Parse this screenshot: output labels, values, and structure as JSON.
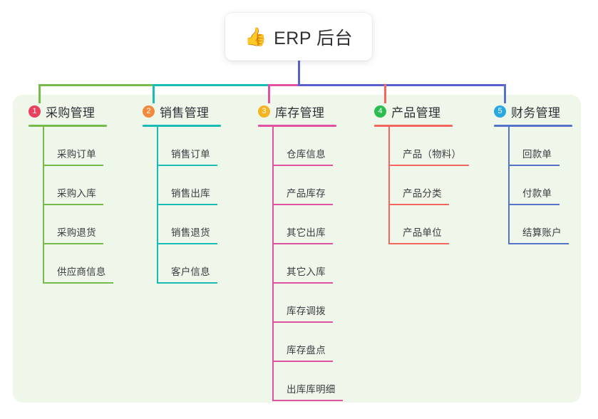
{
  "root": {
    "emoji": "👍",
    "emoji_name": "thumbs-up-icon",
    "title": "ERP 后台"
  },
  "colors": {
    "panel_background": "#eef7e9",
    "page_background": "#ffffff",
    "root_stem": "#5a5fd0",
    "text": "#2f3136"
  },
  "columns": [
    {
      "number": "1",
      "title": "采购管理",
      "badge_color": "#ea3f5e",
      "line_color": "#76bb4b",
      "connector_color": "#76bb4b",
      "header_underline_width": 110,
      "items": [
        {
          "label": "采购订单",
          "underline_width": 85
        },
        {
          "label": "采购入库",
          "underline_width": 85
        },
        {
          "label": "采购退货",
          "underline_width": 85
        },
        {
          "label": "供应商信息",
          "underline_width": 99
        }
      ]
    },
    {
      "number": "2",
      "title": "销售管理",
      "badge_color": "#f2893c",
      "line_color": "#17bcb4",
      "connector_color": "#17bcb4",
      "header_underline_width": 110,
      "items": [
        {
          "label": "销售订单",
          "underline_width": 85
        },
        {
          "label": "销售出库",
          "underline_width": 85
        },
        {
          "label": "销售退货",
          "underline_width": 85
        },
        {
          "label": "客户信息",
          "underline_width": 85
        }
      ]
    },
    {
      "number": "3",
      "title": "库存管理",
      "badge_color": "#f5b322",
      "line_color": "#e martian",
      "connector_color": "#e0519f",
      "header_underline_width": 110,
      "items": [
        {
          "label": "仓库信息",
          "underline_width": 85
        },
        {
          "label": "产品库存",
          "underline_width": 85
        },
        {
          "label": "其它出库",
          "underline_width": 85
        },
        {
          "label": "其它入库",
          "underline_width": 85
        },
        {
          "label": "库存调拨",
          "underline_width": 85
        },
        {
          "label": "库存盘点",
          "underline_width": 85
        },
        {
          "label": "出库库明细",
          "underline_width": 99
        }
      ]
    },
    {
      "number": "4",
      "title": "产品管理",
      "badge_color": "#2bbd4e",
      "line_color": "#f4665e",
      "connector_color": "#f4665e",
      "header_underline_width": 110,
      "items": [
        {
          "label": "产品（物料）",
          "underline_width": 113
        },
        {
          "label": "产品分类",
          "underline_width": 85
        },
        {
          "label": "产品单位",
          "underline_width": 85
        }
      ]
    },
    {
      "number": "5",
      "title": "财务管理",
      "badge_color": "#27a8e0",
      "line_color": "#5574c9",
      "connector_color": "#5574c9",
      "header_underline_width": 110,
      "items": [
        {
          "label": "回款单",
          "underline_width": 72
        },
        {
          "label": "付款单",
          "underline_width": 72
        },
        {
          "label": "结算账户",
          "underline_width": 85
        }
      ]
    }
  ]
}
